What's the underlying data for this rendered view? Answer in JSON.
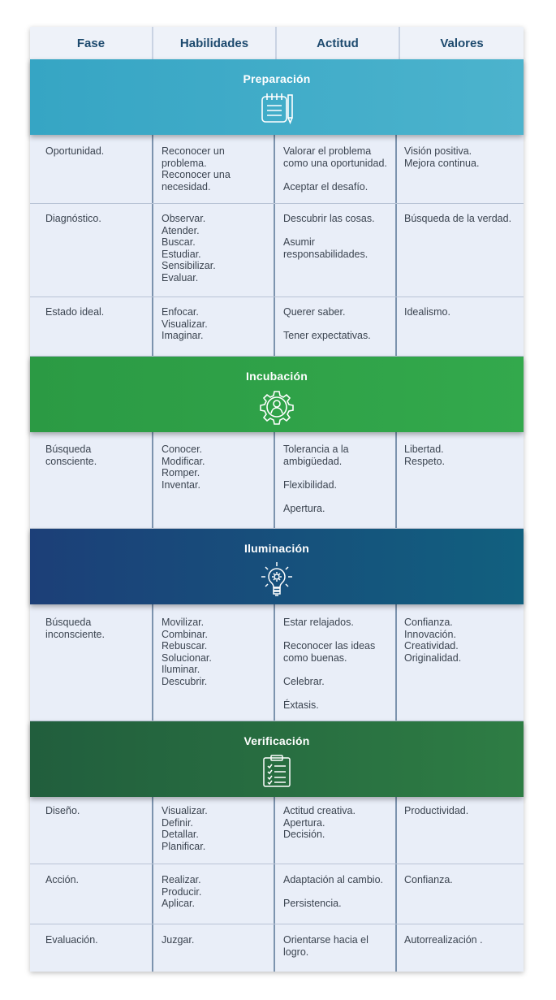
{
  "headers": [
    "Fase",
    "Habilidades",
    "Actitud",
    "Valores"
  ],
  "sections": [
    {
      "title": "Preparación",
      "icon": "notepad-icon",
      "rows": [
        {
          "fase": "Oportunidad.",
          "habilidades": [
            "Reconocer un",
            "problema.",
            "Reconocer una",
            "necesidad."
          ],
          "actitud": [
            "Valorar el problema",
            "como una oportunidad.",
            "",
            "Aceptar el desafío."
          ],
          "valores": [
            "Visión positiva.",
            "Mejora continua."
          ]
        },
        {
          "fase": "Diagnóstico.",
          "habilidades": [
            "Observar.",
            "Atender.",
            "Buscar.",
            "Estudiar.",
            "Sensibilizar.",
            "Evaluar."
          ],
          "actitud": [
            "Descubrir las cosas.",
            "",
            "Asumir",
            "responsabilidades."
          ],
          "valores": [
            "Búsqueda de la verdad."
          ]
        },
        {
          "fase": "Estado ideal.",
          "habilidades": [
            "Enfocar.",
            "Visualizar.",
            "Imaginar."
          ],
          "actitud": [
            "Querer saber.",
            "",
            "Tener expectativas."
          ],
          "valores": [
            "Idealismo."
          ]
        }
      ]
    },
    {
      "title": "Incubación",
      "icon": "gear-person-icon",
      "rows": [
        {
          "fase": "Búsqueda\nconsciente.",
          "habilidades": [
            "Conocer.",
            "Modificar.",
            "Romper.",
            "Inventar."
          ],
          "actitud": [
            "Tolerancia a la",
            "ambigüedad.",
            "",
            "Flexibilidad.",
            "",
            "Apertura."
          ],
          "valores": [
            "Libertad.",
            "Respeto."
          ]
        }
      ]
    },
    {
      "title": "Iluminación",
      "icon": "lightbulb-icon",
      "rows": [
        {
          "fase": "Búsqueda\ninconsciente.",
          "habilidades": [
            "Movilizar.",
            "Combinar.",
            "Rebuscar.",
            "Solucionar.",
            "Iluminar.",
            "Descubrir."
          ],
          "actitud": [
            "Estar relajados.",
            "",
            "Reconocer las ideas",
            "como buenas.",
            "",
            "Celebrar.",
            "",
            "Éxtasis."
          ],
          "valores": [
            "Confianza.",
            "Innovación.",
            "Creatividad.",
            "Originalidad."
          ]
        }
      ]
    },
    {
      "title": "Verificación",
      "icon": "checklist-clipboard-icon",
      "rows": [
        {
          "fase": "Diseño.",
          "habilidades": [
            "Visualizar.",
            "Definir.",
            "Detallar.",
            "Planificar."
          ],
          "actitud": [
            "Actitud creativa.",
            "Apertura.",
            "Decisión."
          ],
          "valores": [
            "Productividad."
          ]
        },
        {
          "fase": "Acción.",
          "habilidades": [
            "Realizar.",
            "Producir.",
            "Aplicar."
          ],
          "actitud": [
            "Adaptación al cambio.",
            "",
            "Persistencia."
          ],
          "valores": [
            "Confianza."
          ]
        },
        {
          "fase": "Evaluación.",
          "habilidades": [
            "Juzgar."
          ],
          "actitud": [
            "Orientarse hacia el",
            "logro."
          ],
          "valores": [
            "Autorrealización ."
          ]
        }
      ]
    }
  ]
}
